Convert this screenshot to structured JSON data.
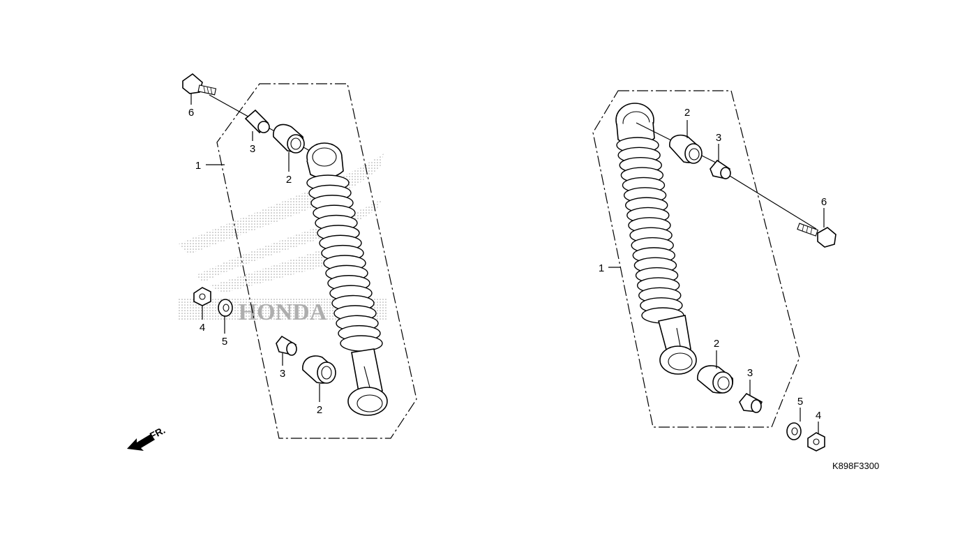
{
  "diagram": {
    "part_code": "K898F3300",
    "direction_label": "FR.",
    "watermark_text": "HONDA",
    "left_assembly": {
      "callouts": [
        {
          "id": "l-1",
          "label": "1"
        },
        {
          "id": "l-2a",
          "label": "2"
        },
        {
          "id": "l-2b",
          "label": "2"
        },
        {
          "id": "l-3a",
          "label": "3"
        },
        {
          "id": "l-3b",
          "label": "3"
        },
        {
          "id": "l-4",
          "label": "4"
        },
        {
          "id": "l-5",
          "label": "5"
        },
        {
          "id": "l-6",
          "label": "6"
        }
      ]
    },
    "right_assembly": {
      "callouts": [
        {
          "id": "r-1",
          "label": "1"
        },
        {
          "id": "r-2a",
          "label": "2"
        },
        {
          "id": "r-2b",
          "label": "2"
        },
        {
          "id": "r-3a",
          "label": "3"
        },
        {
          "id": "r-3b",
          "label": "3"
        },
        {
          "id": "r-4",
          "label": "4"
        },
        {
          "id": "r-5",
          "label": "5"
        },
        {
          "id": "r-6",
          "label": "6"
        }
      ]
    }
  }
}
